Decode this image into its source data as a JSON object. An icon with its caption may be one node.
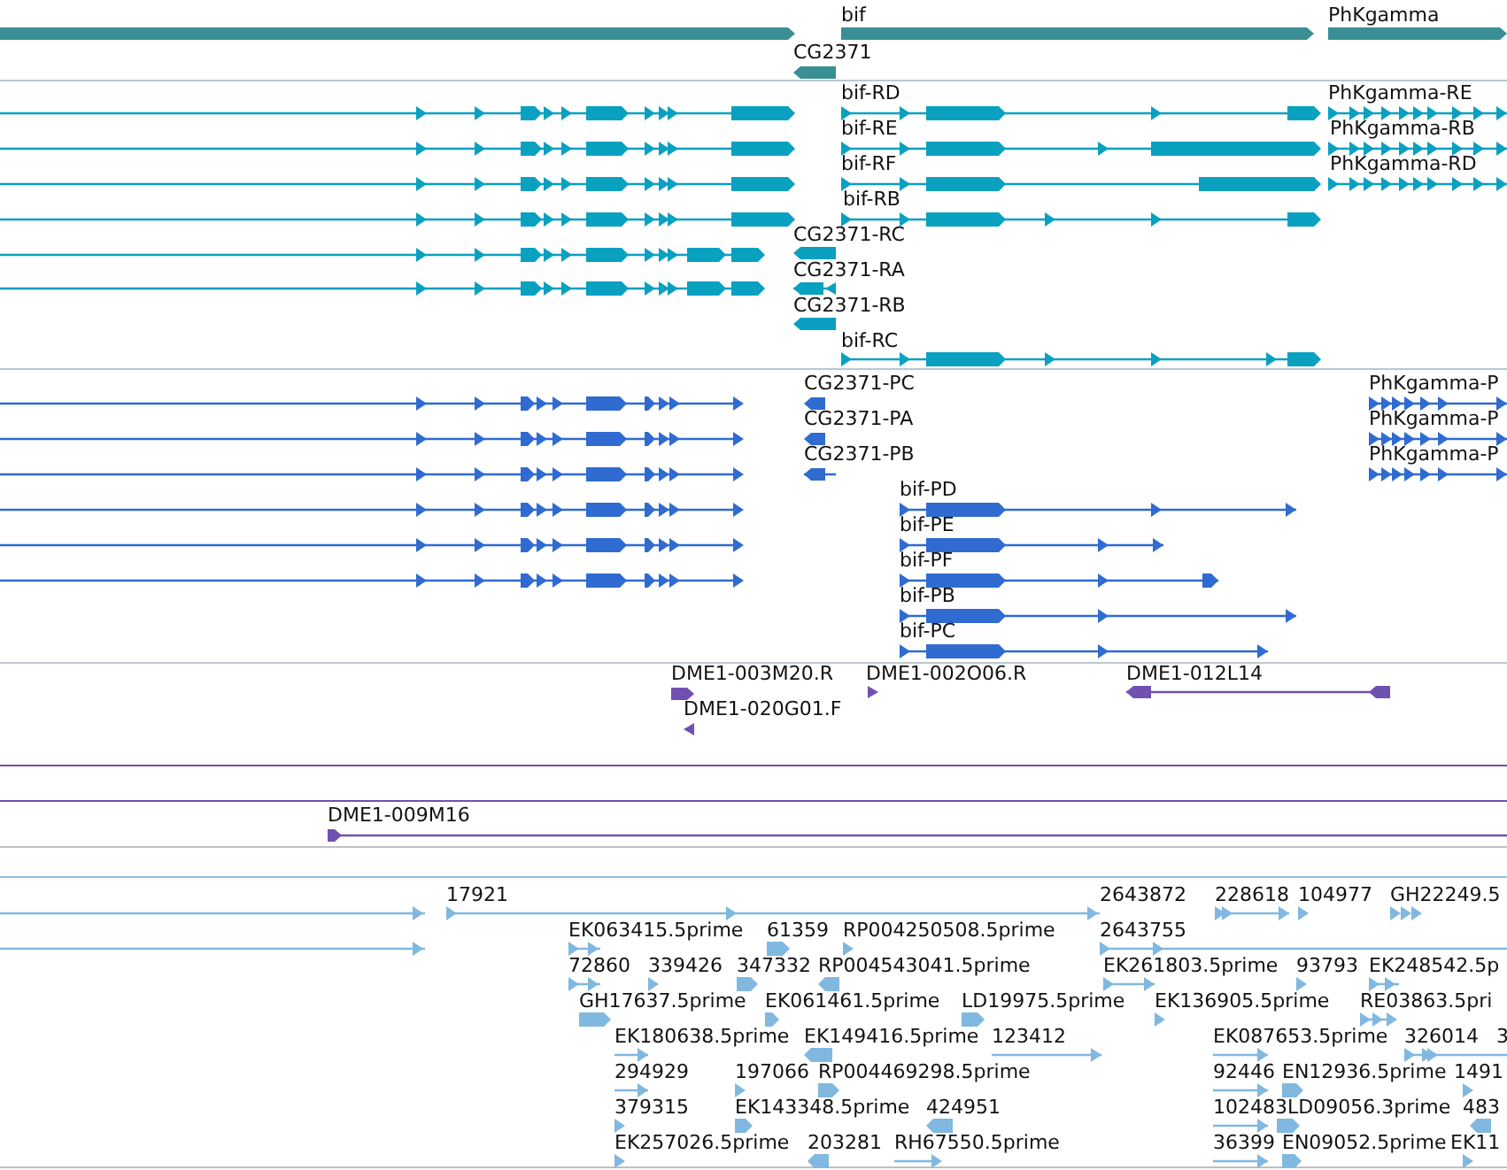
{
  "diagram": {
    "labels": [
      "bif",
      "PhKgamma",
      "CG2371",
      "bif-RD",
      "PhKgamma-RE",
      "bif-RE",
      "PhKgamma-RB",
      "bif-RF",
      "PhKgamma-RD",
      "bif-RB",
      "CG2371-RC",
      "CG2371-RA",
      "CG2371-RB",
      "bif-RC",
      "CG2371-PC",
      "PhKgamma-P",
      "CG2371-PA",
      "PhKgamma-P",
      "CG2371-PB",
      "PhKgamma-P",
      "bif-PD",
      "bif-PE",
      "bif-PF",
      "bif-PB",
      "bif-PC",
      "DME1-003M20.R",
      "DME1-002O06.R",
      "DME1-012L14",
      "DME1-020G01.F",
      "DME1-009M16",
      "17921",
      "2643872",
      "228618",
      "104977",
      "GH22249.5",
      "EK063415.5prime",
      "61359",
      "RP004250508.5prime",
      "2643755",
      "72860",
      "339426",
      "347332",
      "RP004543041.5prime",
      "EK261803.5prime",
      "93793",
      "EK248542.5p",
      "GH17637.5prime",
      "EK061461.5prime",
      "LD19975.5prime",
      "EK136905.5prime",
      "RE03863.5pri",
      "EK180638.5prime",
      "EK149416.5prime",
      "123412",
      "EK087653.5prime",
      "326014",
      "3",
      "294929",
      "197066",
      "RP004469298.5prime",
      "92446",
      "EN12936.5prime",
      "1491",
      "379315",
      "EK143348.5prime",
      "424951",
      "102483",
      "LD09056.3prime",
      "483",
      "EK257026.5prime",
      "203281",
      "RH67550.5prime",
      "36399",
      "EN09052.5prime",
      "EK11"
    ]
  }
}
